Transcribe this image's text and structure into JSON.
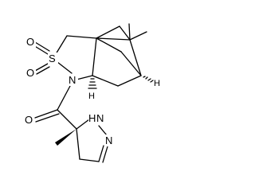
{
  "molecule": {
    "atoms": {
      "sulfur": "S",
      "nitrogen_sultam": "N",
      "oxygen_1": "O",
      "oxygen_2": "O",
      "oxygen_carbonyl": "O",
      "nitrogen_nh": "N",
      "hydrogen_nh": "H",
      "nitrogen_ring": "N",
      "hydrogen_stereo_1": "H",
      "hydrogen_stereo_2": "H"
    }
  }
}
